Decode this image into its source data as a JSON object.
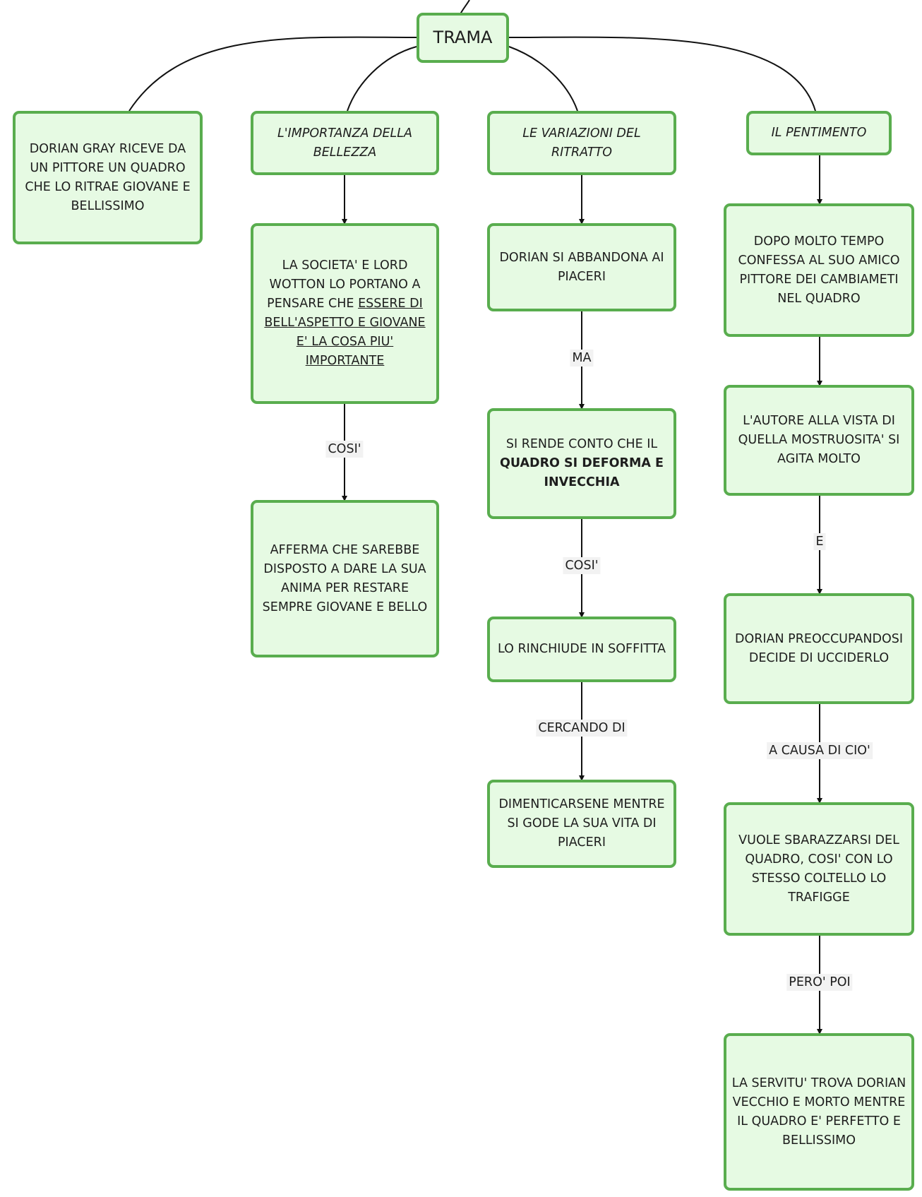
{
  "nodes": {
    "trama": "TRAMA",
    "ricevequadro": "DORIAN GRAY RICEVE DA UN PITTORE UN QUADRO CHE LO RITRAE GIOVANE E BELLISSIMO",
    "importanza": "L'IMPORTANZA DELLA BELLEZZA",
    "variazioni": "LE VARIAZIONI DEL RITRATTO",
    "pentimento": "IL PENTIMENTO",
    "societa_a": "LA SOCIETA' E LORD WOTTON LO PORTANO A PENSARE CHE ",
    "societa_b": "ESSERE DI BELL'ASPETTO E GIOVANE E' LA COSA PIU' IMPORTANTE",
    "afferma": "AFFERMA CHE SAREBBE DISPOSTO A DARE LA SUA ANIMA PER RESTARE SEMPRE GIOVANE E BELLO",
    "abbandona": "DORIAN SI ABBANDONA AI PIACERI",
    "rendeconto_a": "SI RENDE CONTO CHE IL ",
    "rendeconto_b": "QUADRO SI DEFORMA E INVECCHIA",
    "rinchiude": "LO RINCHIUDE IN SOFFITTA",
    "dimenticarsene": "DIMENTICARSENE MENTRE SI GODE LA SUA VITA DI PIACERI",
    "confessa": "DOPO MOLTO TEMPO CONFESSA AL SUO AMICO PITTORE DEI CAMBIAMETI NEL QUADRO",
    "autore": "L'AUTORE ALLA VISTA DI QUELLA MOSTRUOSITA' SI AGITA MOLTO",
    "uccidere": "DORIAN PREOCCUPANDOSI DECIDE DI UCCIDERLO",
    "sbarazzarsi": "VUOLE SBARAZZARSI DEL QUADRO, COSI' CON LO STESSO COLTELLO LO TRAFIGGE",
    "servitu": "LA SERVITU' TROVA DORIAN VECCHIO E MORTO MENTRE IL QUADRO E' PERFETTO E BELLISSIMO"
  },
  "links": {
    "cosi_1": "COSI'",
    "ma": "MA",
    "cosi_2": "COSI'",
    "cercando": "CERCANDO  DI",
    "e": "E",
    "acausa": "A CAUSA DI CIO'",
    "pero": "PERO' POI"
  },
  "colors": {
    "box_fill": "#e6fae3",
    "box_border": "#59ad4e",
    "line": "#111111",
    "label_bg": "#f2f2f2"
  }
}
